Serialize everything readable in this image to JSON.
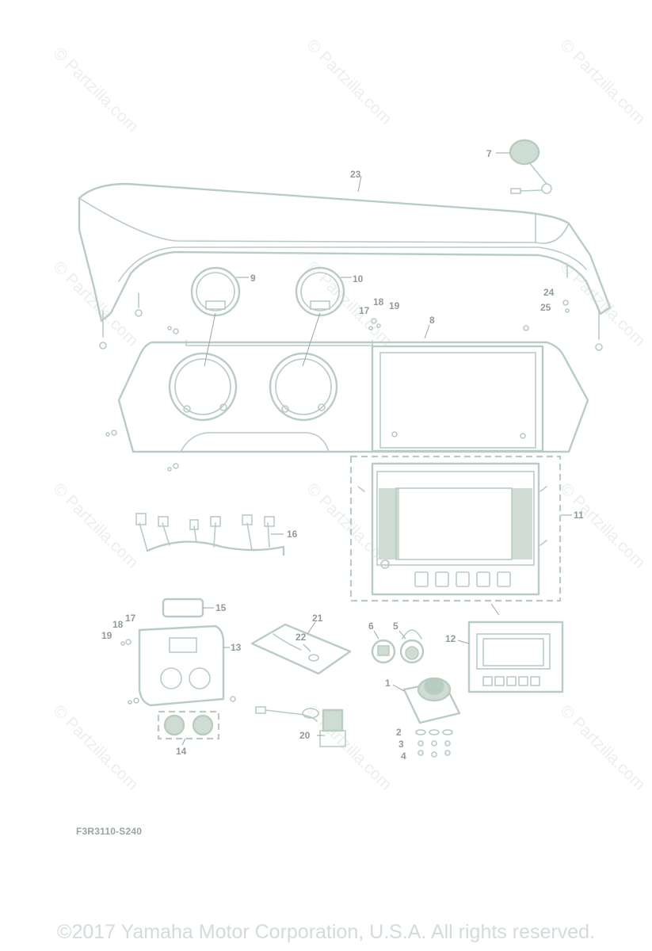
{
  "diagram": {
    "drawing_code": "F3R3110-S240",
    "copyright": "©2017 Yamaha Motor Corporation, U.S.A. All rights reserved.",
    "watermark": "© Partzilla.com",
    "callouts": {
      "c1": "1",
      "c2": "2",
      "c3": "3",
      "c4": "4",
      "c5": "5",
      "c6": "6",
      "c7": "7",
      "c8": "8",
      "c9": "9",
      "c10": "10",
      "c11": "11",
      "c12": "12",
      "c13": "13",
      "c14": "14",
      "c15": "15",
      "c16": "16",
      "c17a": "17",
      "c17b": "17",
      "c18a": "18",
      "c18b": "18",
      "c19a": "19",
      "c19b": "19",
      "c20": "20",
      "c21": "21",
      "c22": "22",
      "c23": "23",
      "c24": "24",
      "c25": "25"
    },
    "colors": {
      "line": "#b9ccc2",
      "label": "#8f9c95",
      "watermark": "#eaf0ec"
    }
  }
}
